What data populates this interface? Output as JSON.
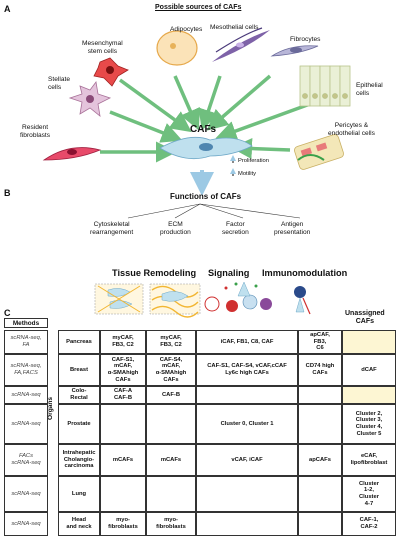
{
  "panels": {
    "a": "A",
    "b": "B",
    "c": "C"
  },
  "panelA": {
    "title": "Possible sources of CAFs",
    "sources": {
      "adipocytes": "Adipocytes",
      "mesothelial": "Mesothelial cells",
      "fibrocytes": "Fibrocytes",
      "mesenchymal": "Mesenchymal\nstem cells",
      "epithelial": "Epithelial\ncells",
      "stellate": "Stellate\ncells",
      "pericytes": "Pericytes &\nendothelial cells",
      "resident": "Resident\nfibroblasts"
    },
    "center": "CAFs",
    "proliferation": "Proliferation",
    "motility": "Motility"
  },
  "panelB": {
    "title": "Functions of CAFs",
    "functions": [
      "Cytoskeletal\nrearrangement",
      "ECM\nproduction",
      "Factor\nsecretion",
      "Antigen\npresentation"
    ],
    "groups": {
      "remodeling": "Tissue Remodeling",
      "signaling": "Signaling",
      "immuno": "Immunomodulation"
    }
  },
  "panelC": {
    "methods_header": "Methods",
    "organs_label": "Organs",
    "unassigned": "Unassigned\nCAFs",
    "rows": [
      {
        "method": "scRNA-seq,\nFA",
        "organ": "Pancreas",
        "c1": "myCAF,\nFB3, C2",
        "c2": "myCAF,\nFB3, C2",
        "c3": "iCAF, FB1, C8, CAF",
        "c4": "apCAF,\nFB3,\nC6",
        "c5": ""
      },
      {
        "method": "scRNA-seq,\nFA,FACS",
        "organ": "Breast",
        "c1": "CAF-S1,\nmCAF,\nα-SMAhigh CAFs",
        "c2": "CAF-S4,\nmCAF,\nα-SMAhigh CAFs",
        "c3": "CAF-S1, CAF-S4, vCAF,cCAF\nLy6c high CAFs",
        "c4": "CD74 high\nCAFs",
        "c5": "dCAF"
      },
      {
        "method": "scRNA-seq",
        "organ": "Colo-\nRectal",
        "c1": "CAF-A\nCAF-B",
        "c2": "CAF-B",
        "c3": "",
        "c4": "",
        "c5": ""
      },
      {
        "method": "scRNA-seq",
        "organ": "Prostate",
        "c1": "",
        "c2": "",
        "c3": "Cluster 0, Cluster 1",
        "c4": "",
        "c5": "Cluster 2,\nCluster 3,\nCluster 4,\nCluster 5"
      },
      {
        "method": "FACs\nscRNA-seq",
        "organ": "Intrahepatic\nCholangio-\ncarcinoma",
        "c1": "mCAFs",
        "c2": "mCAFs",
        "c3": "vCAF, iCAF",
        "c4": "apCAFs",
        "c5": "eCAF,\nlipofibroblast"
      },
      {
        "method": "scRNA-seq",
        "organ": "Lung",
        "c1": "",
        "c2": "",
        "c3": "",
        "c4": "",
        "c5": "Cluster\n1-2,\nCluster\n4-7"
      },
      {
        "method": "scRNA-seq",
        "organ": "Head\nand neck",
        "c1": "myo-\nfibroblasts",
        "c2": "myo-\nfibroblasts",
        "c3": "",
        "c4": "",
        "c5": "CAF-1,\nCAF-2"
      }
    ]
  },
  "colors": {
    "arrow_green": "#6fbf7e",
    "caf_blue": "#bfe0ee",
    "ecm": "#f2b632",
    "table_yellow": "#fdf6d3"
  }
}
